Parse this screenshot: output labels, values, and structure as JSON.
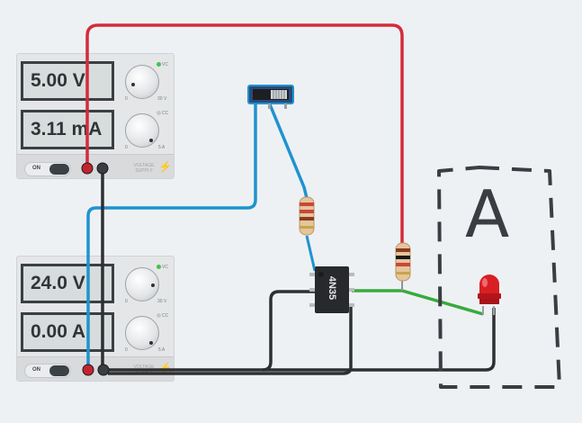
{
  "psu1": {
    "voltage_display": "5.00 V",
    "current_display": "3.11 mA",
    "cv_label": "VC",
    "cc_label": "CC",
    "v_range_min": "0",
    "v_range_max": "30 V",
    "i_range_min": "0",
    "i_range_max": "5 A",
    "power_label": "ON",
    "brand_label": "VOLTAGE SUPPLY"
  },
  "psu2": {
    "voltage_display": "24.0 V",
    "current_display": "0.00 A",
    "cv_label": "VC",
    "cc_label": "CC",
    "v_range_min": "0",
    "v_range_max": "30 V",
    "i_range_min": "0",
    "i_range_max": "5 A",
    "power_label": "ON",
    "brand_label": "VOLTAGE SUPPLY"
  },
  "optocoupler": {
    "label": "4N35"
  },
  "annotation": {
    "label": "A"
  },
  "colors": {
    "wire_red": "#d52b3a",
    "wire_blue": "#1f93cf",
    "wire_black": "#2d2f31",
    "wire_green": "#39aa3c",
    "led_red": "#d81f24",
    "indicator_green": "#43c34a"
  }
}
